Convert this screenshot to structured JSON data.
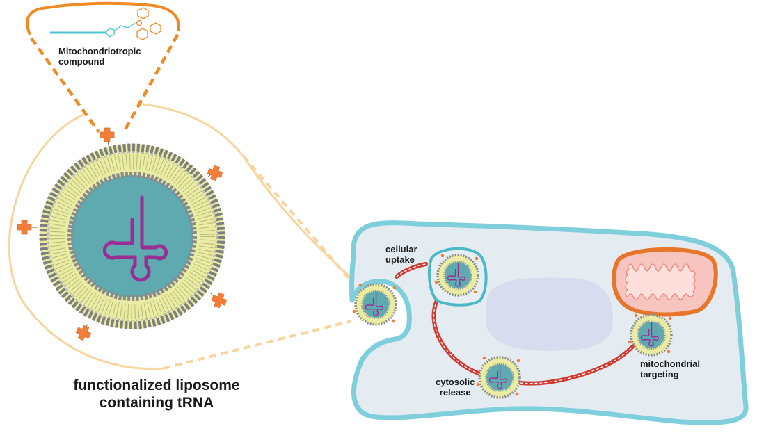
{
  "labels": {
    "compound": "Mitochondriotropic\ncompound",
    "main_caption": "functionalized liposome\ncontaining tRNA",
    "cellular_uptake": "cellular\nuptake",
    "cytosolic_release": "cytosolic\nrelease",
    "mitochondrial_targeting": "mitochondrial\ntargeting"
  },
  "colors": {
    "compound_accent": "#f08a24",
    "ligand": "#f27e3a",
    "lipid_head": "#8c8c8c",
    "lipid_tail": "#e9eca2",
    "liposome_core": "#5fa9b1",
    "trna": "#9b2e93",
    "cell_membrane": "#7ecfdb",
    "cytoplasm": "#e5ecf1",
    "nucleus": "#d7dcee",
    "mito_outer": "#e8762a",
    "mito_inner": "#f8c4bf",
    "pathway_arrow": "#d23a31",
    "zoom_outline": "#f8d59e"
  }
}
